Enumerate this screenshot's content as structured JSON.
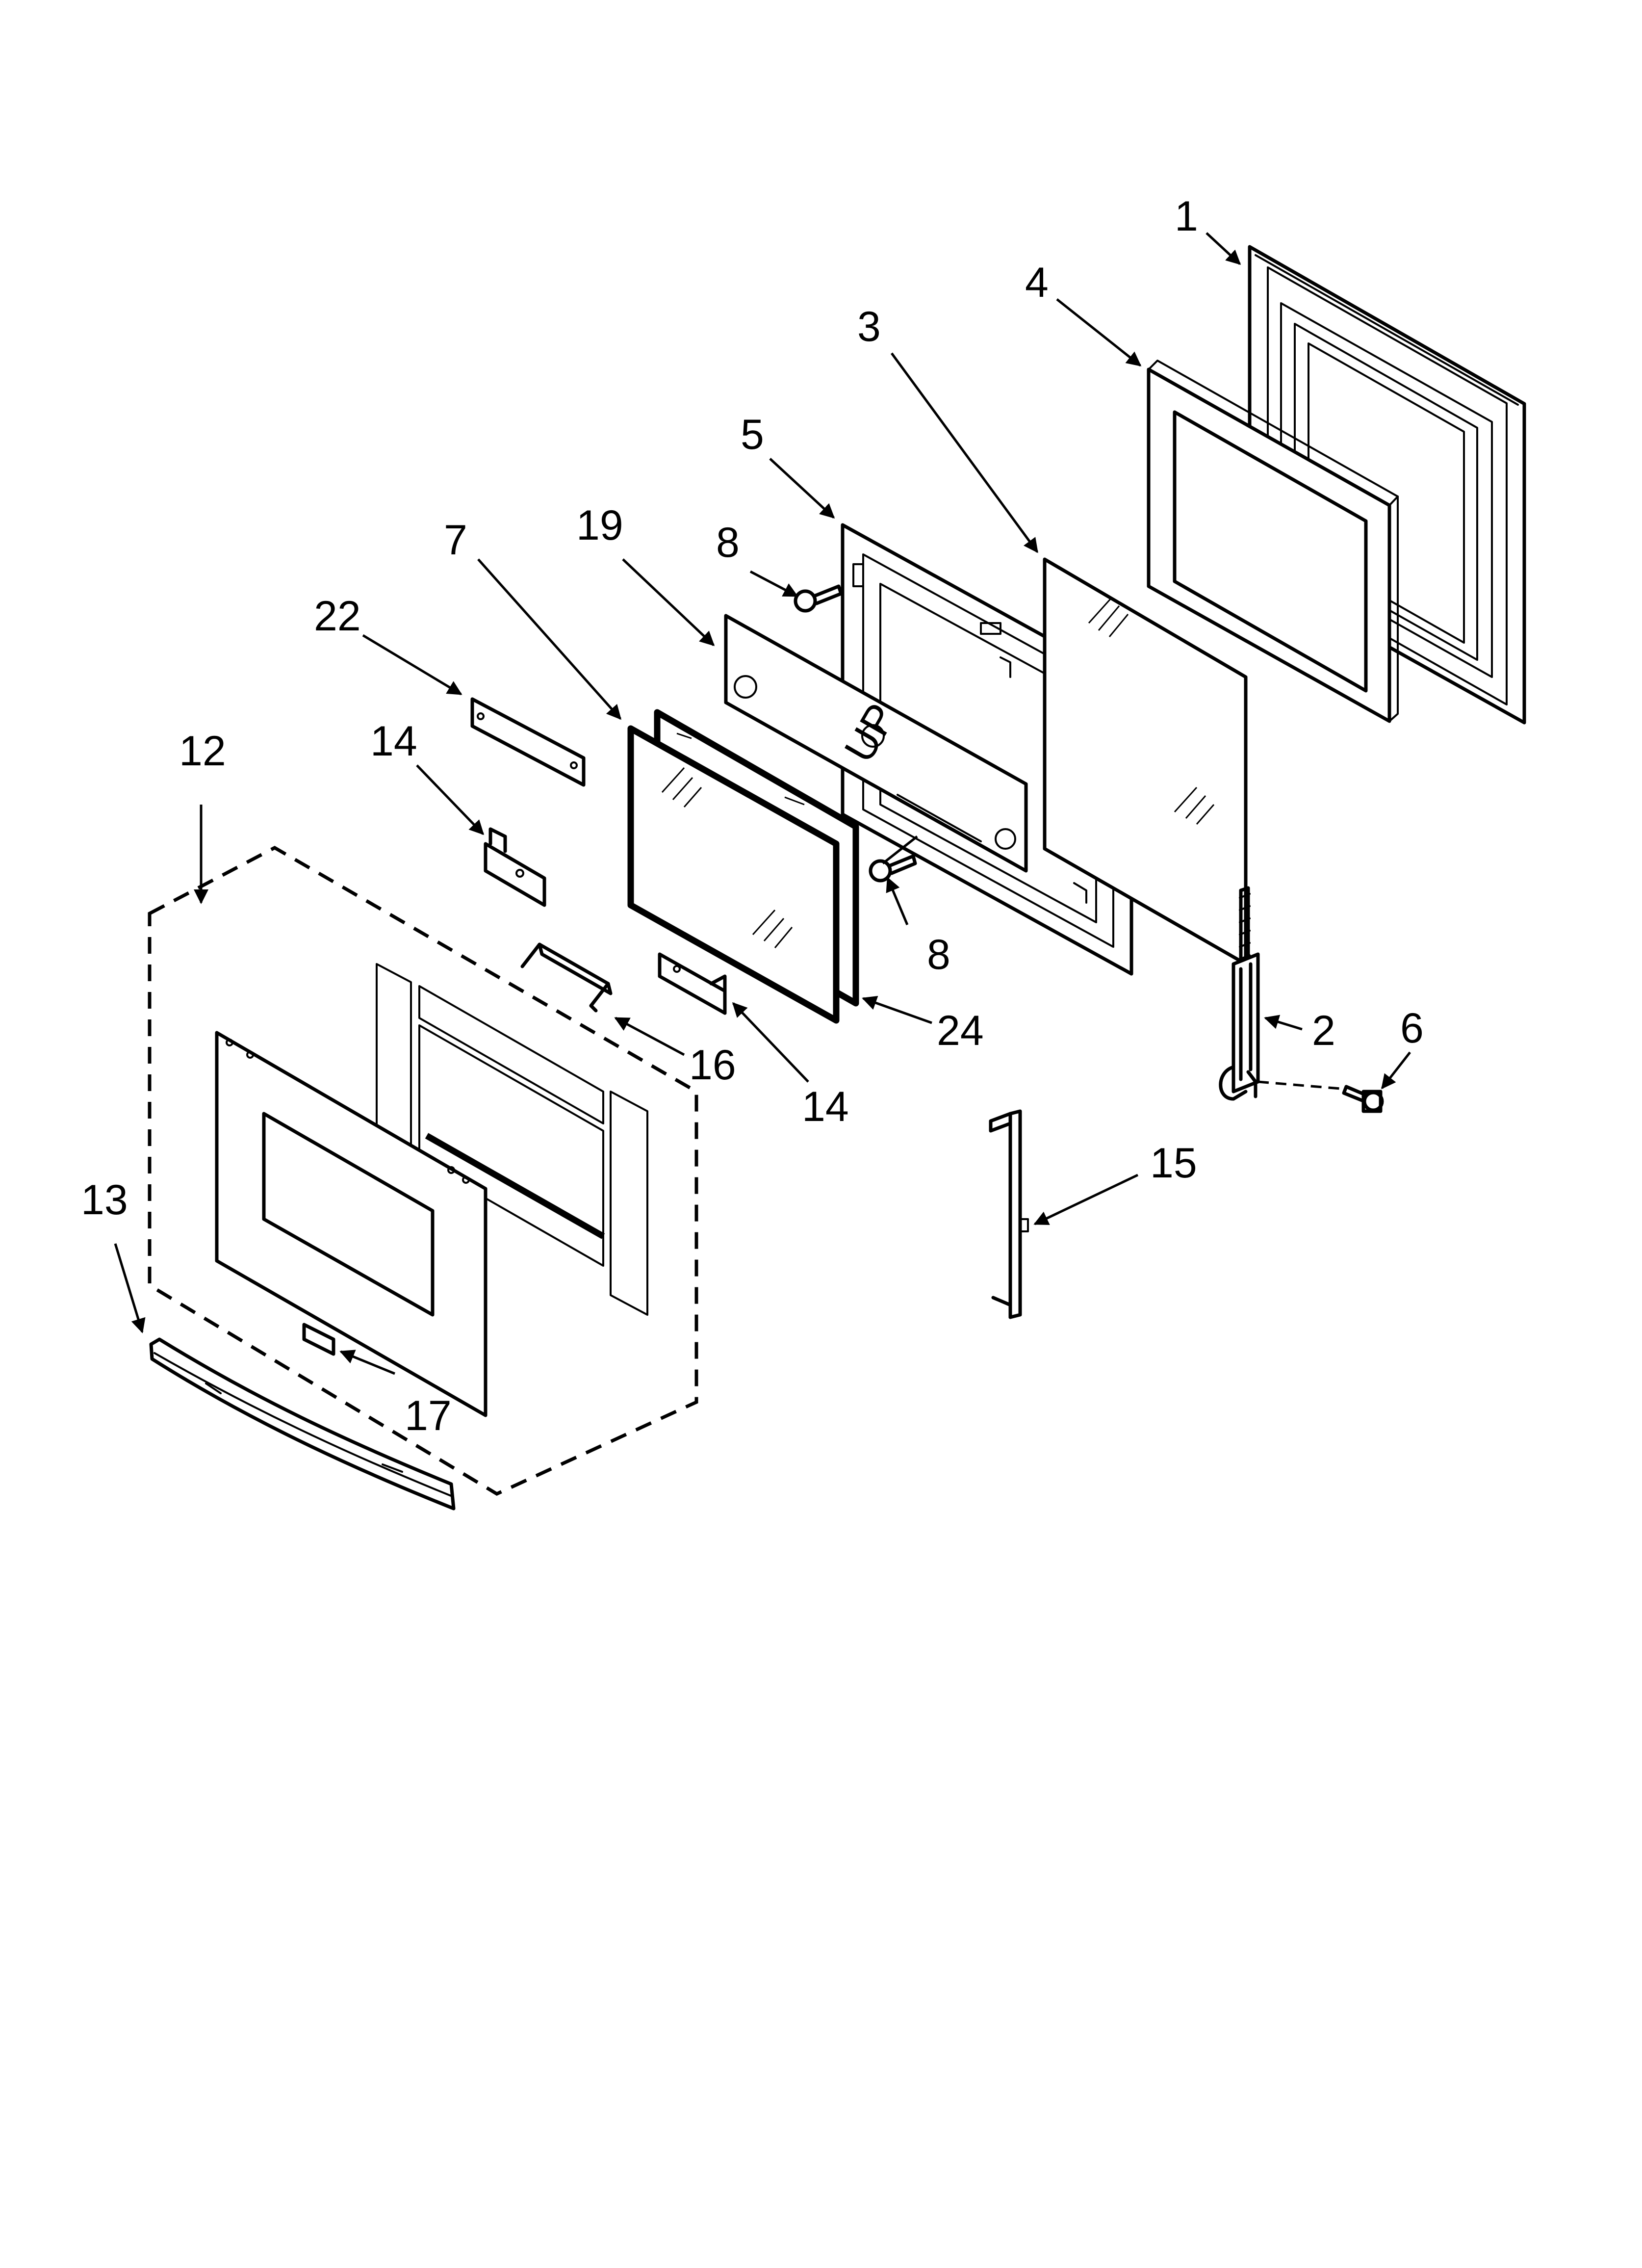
{
  "callouts": [
    {
      "id": "1",
      "text": "1"
    },
    {
      "id": "2",
      "text": "2"
    },
    {
      "id": "3",
      "text": "3"
    },
    {
      "id": "4",
      "text": "4"
    },
    {
      "id": "5",
      "text": "5"
    },
    {
      "id": "6",
      "text": "6"
    },
    {
      "id": "7",
      "text": "7"
    },
    {
      "id": "8a",
      "text": "8"
    },
    {
      "id": "8b",
      "text": "8"
    },
    {
      "id": "12",
      "text": "12"
    },
    {
      "id": "13",
      "text": "13"
    },
    {
      "id": "14a",
      "text": "14"
    },
    {
      "id": "14b",
      "text": "14"
    },
    {
      "id": "15",
      "text": "15"
    },
    {
      "id": "16",
      "text": "16"
    },
    {
      "id": "17",
      "text": "17"
    },
    {
      "id": "19",
      "text": "19"
    },
    {
      "id": "22",
      "text": "22"
    },
    {
      "id": "24",
      "text": "24"
    }
  ],
  "marking_up": "UP"
}
